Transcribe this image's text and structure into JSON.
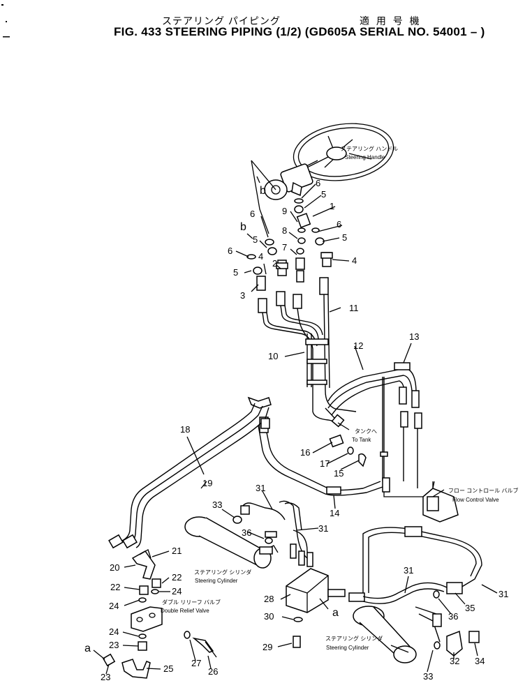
{
  "header": {
    "title_jp": "ステアリング パイピング",
    "applicability_jp": "適 用 号 機",
    "title_en": "FIG. 433  STEERING PIPING (1/2) (GD605A SERIAL NO. 54001 – )"
  },
  "callouts": {
    "steering_handle_jp": "ステアリング ハンドル",
    "steering_handle_en": "Steering Handle",
    "to_tank_jp": "タンクへ",
    "to_tank_en": "To Tank",
    "flow_control_jp": "フロー コントロール バルブ",
    "flow_control_en": "Flow Control Valve",
    "steering_cylinder_left_jp": "ステアリング シリンダ",
    "steering_cylinder_left_en": "Steering Cylinder",
    "double_relief_jp": "ダブル リリーフ バルブ",
    "double_relief_en": "Double Relief Valve",
    "steering_cylinder_right_jp": "ステアリング シリンダ",
    "steering_cylinder_right_en": "Steering Cylinder"
  },
  "ref_letters": {
    "b": "b",
    "a": "a"
  },
  "part_numbers": {
    "p1": "1",
    "p2": "2",
    "p3": "3",
    "p4": "4",
    "p5": "5",
    "p6": "6",
    "p7": "7",
    "p8": "8",
    "p9": "9",
    "p10": "10",
    "p11": "11",
    "p12": "12",
    "p13": "13",
    "p14": "14",
    "p15": "15",
    "p16": "16",
    "p17": "17",
    "p18": "18",
    "p19": "19",
    "p20": "20",
    "p21": "21",
    "p22": "22",
    "p23": "23",
    "p24": "24",
    "p25": "25",
    "p26": "26",
    "p27": "27",
    "p28": "28",
    "p29": "29",
    "p30": "30",
    "p31": "31",
    "p32": "32",
    "p33": "33",
    "p34": "34",
    "p35": "35",
    "p36": "36"
  }
}
